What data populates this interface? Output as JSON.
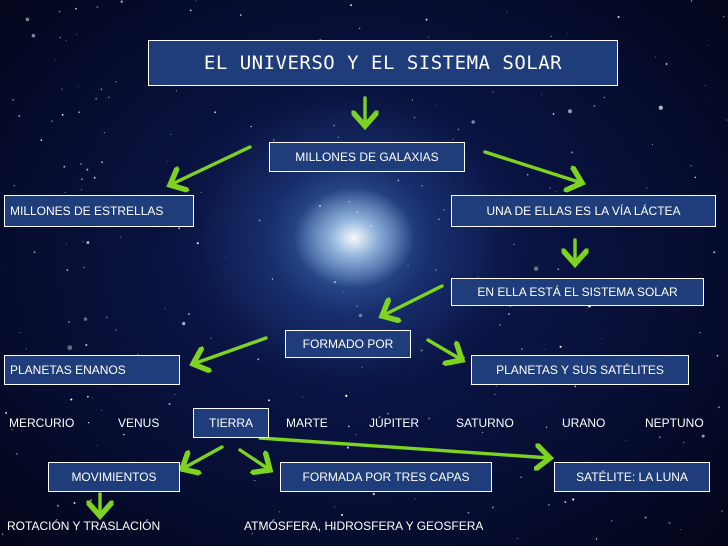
{
  "title": "EL UNIVERSO Y EL SISTEMA SOLAR",
  "nodes": {
    "galaxias": "MILLONES DE GALAXIAS",
    "estrellas": "MILLONES DE ESTRELLAS",
    "via_lactea": "UNA DE ELLAS ES LA  VÍA  LÁCTEA",
    "sistema_solar": "EN ELLA ESTÁ EL SISTEMA SOLAR",
    "formado_por": "FORMADO POR",
    "planetas_enanos": "PLANETAS ENANOS",
    "planetas_satelites": "PLANETAS Y  SUS SATÉLITES",
    "movimientos": "MOVIMIENTOS",
    "capas": "FORMADA POR TRES CAPAS",
    "luna": "SATÉLITE: LA LUNA",
    "rotacion": "ROTACIÓN Y TRASLACIÓN",
    "capas_lista": "ATMÓSFERA, HIDROSFERA Y GEOSFERA"
  },
  "planets": [
    "MERCURIO",
    "VENUS",
    "TIERRA",
    "MARTE",
    "JÚPITER",
    "SATURNO",
    "URANO",
    "NEPTUNO"
  ],
  "colors": {
    "box_fill": "#1f3d7a",
    "box_border": "#ffffff",
    "arrow": "#7ed321",
    "text": "#ffffff"
  }
}
